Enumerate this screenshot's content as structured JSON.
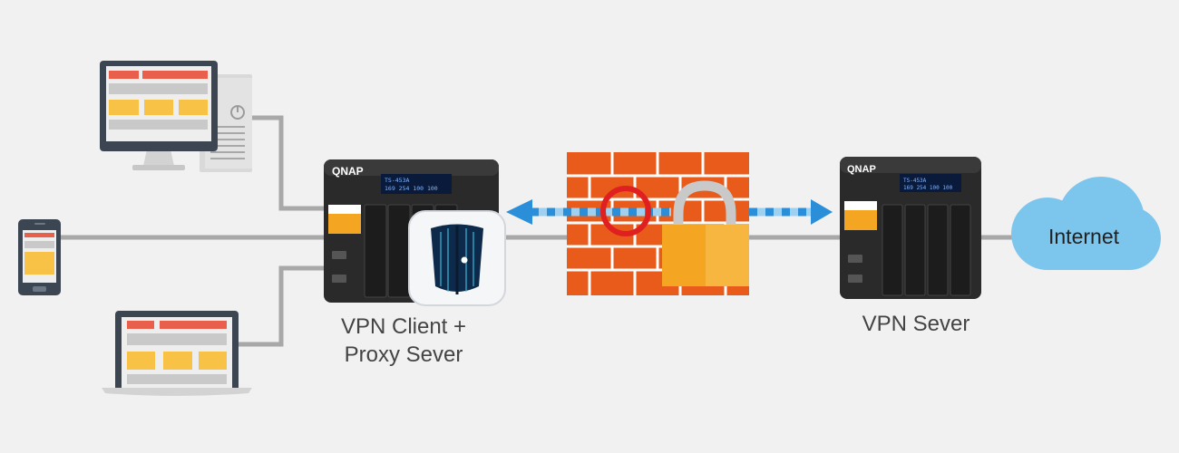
{
  "labels": {
    "client_line1": "VPN Client +",
    "client_line2": "Proxy Sever",
    "server": "VPN Sever",
    "internet": "Internet"
  },
  "nas": {
    "brand": "QNAP",
    "lcd_line1": "TS-453A",
    "lcd_line2": "169 254 100 100"
  },
  "colors": {
    "background": "#f1f1f1",
    "connector": "#a8a8a8",
    "firewall": "#e85b1a",
    "mortar": "#ffffff",
    "lock_body": "#f4a623",
    "lock_shackle": "#c9c9c9",
    "arrow": "#2a8fd8",
    "arrow_light": "#9ed0f2",
    "blocked_ring": "#e02020",
    "cloud": "#7cc6ee",
    "ui_red": "#e8604c",
    "ui_yellow": "#f7c245",
    "ui_gray": "#c9c9c9",
    "device_dark": "#3c4653"
  },
  "icons": {
    "desktop": "desktop-computer-icon",
    "phone": "smartphone-icon",
    "laptop": "laptop-icon",
    "nas": "nas-server-icon",
    "shield": "vpn-shield-icon",
    "firewall": "firewall-icon",
    "lock": "padlock-icon",
    "cloud": "cloud-icon"
  }
}
